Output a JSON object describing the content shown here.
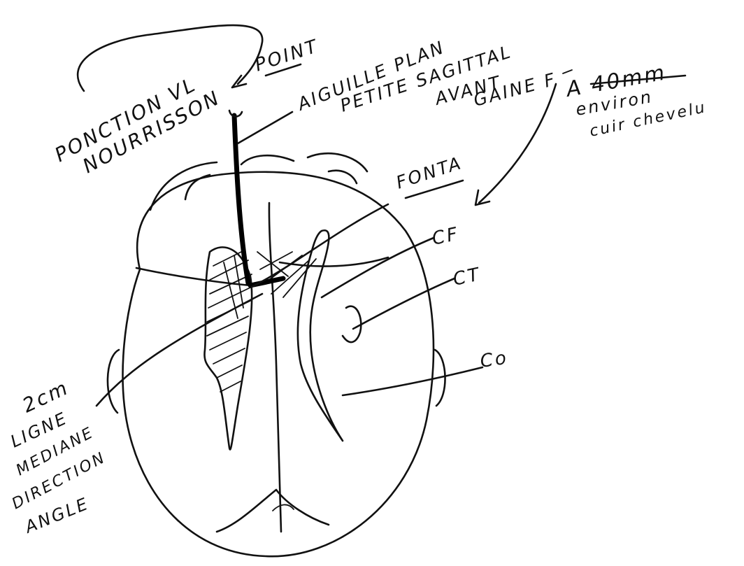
{
  "labels": {
    "title_line1": "PONCTION VL",
    "title_line2": "NOURRISSON",
    "point": "POINT",
    "needle_line1": "AIGUILLE PLAN",
    "needle_line2": "PETITE SAGITTAL",
    "needle_line3": "AVANT",
    "needle_line4": "GAINE F",
    "depth_line1": "A 40mm",
    "depth_line2": "environ",
    "depth_line3": "cuir chevelu",
    "fontanelle": "FONTA",
    "cf": "CF",
    "ct": "CT",
    "co": "Co",
    "side_line1": "2cm",
    "side_line2": "LIGNE",
    "side_line3": "MEDIANE",
    "side_line4": "DIRECTION",
    "side_line5": "ANGLE"
  }
}
